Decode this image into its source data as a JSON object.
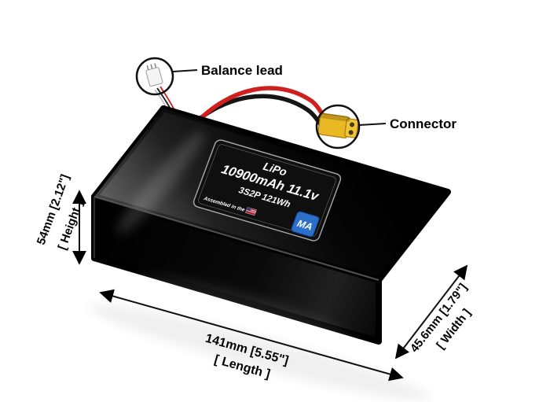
{
  "colors": {
    "background": "#ffffff",
    "battery_black": "#000000",
    "wire_red": "#cf1f1f",
    "wire_black": "#151515",
    "connector_yellow": "#e9b824",
    "logo_blue": "#2b6fc9",
    "label_text": "#ffffff",
    "annotation": "#000000"
  },
  "callouts": {
    "balance_lead": "Balance lead",
    "connector": "Connector"
  },
  "battery_label": {
    "chemistry": "LiPo",
    "capacity_voltage": "10900mAh 11.1v",
    "config_energy": "3S2P 121Wh",
    "assembled": "Assembled in the",
    "logo": "MA"
  },
  "dimensions": {
    "length": {
      "value": "141mm [5.55\"]",
      "label": "[ Length ]"
    },
    "width": {
      "value": "45.6mm [1.79\"]",
      "label": "[ Width ]"
    },
    "height": {
      "value": "54mm [2.12\"]",
      "label": "[ Height ]"
    }
  }
}
